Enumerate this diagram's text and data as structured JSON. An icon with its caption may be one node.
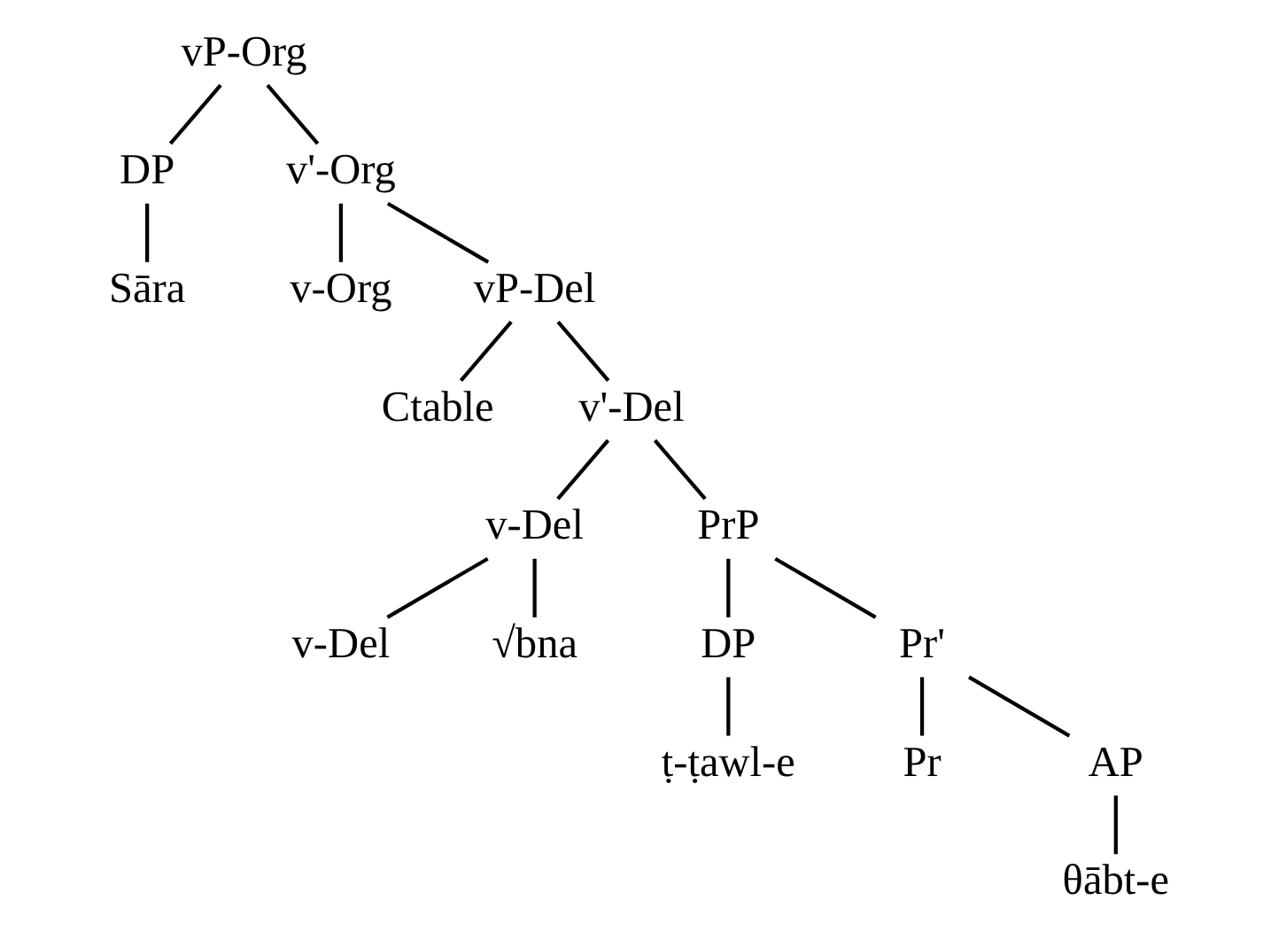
{
  "diagram": {
    "nodes": [
      {
        "text": [
          "vP-Org"
        ]
      },
      {
        "text": [
          "DP"
        ]
      },
      {
        "text": [
          "v'-Org"
        ]
      },
      {
        "text": [
          "Sāra"
        ]
      },
      {
        "text": [
          "v-Org"
        ]
      },
      {
        "text": [
          "vP-Del"
        ]
      },
      {
        "text": [
          "Ctable"
        ]
      },
      {
        "text": [
          "v'-Del"
        ]
      },
      {
        "text": [
          "v-Del"
        ]
      },
      {
        "text": [
          "PrP"
        ]
      },
      {
        "text": [
          "v-Del"
        ]
      },
      {
        "text": [
          "√bna"
        ]
      },
      {
        "text": [
          "DP"
        ]
      },
      {
        "text": [
          "Pr'"
        ]
      },
      {
        "text": [
          "ṭ-ṭawl-e"
        ]
      },
      {
        "text": [
          "Pr"
        ]
      },
      {
        "text": [
          "AP"
        ]
      },
      {
        "text": [
          "θābt-e"
        ]
      }
    ],
    "edges": [
      {
        "from": 0,
        "to": 1,
        "arrow": "none"
      },
      {
        "from": 0,
        "to": 2,
        "arrow": "none"
      },
      {
        "from": 1,
        "to": 3,
        "arrow": "none"
      },
      {
        "from": 2,
        "to": 4,
        "arrow": "none"
      },
      {
        "from": 2,
        "to": 5,
        "arrow": "none"
      },
      {
        "from": 5,
        "to": 6,
        "arrow": "none"
      },
      {
        "from": 5,
        "to": 7,
        "arrow": "none"
      },
      {
        "from": 7,
        "to": 8,
        "arrow": "none"
      },
      {
        "from": 7,
        "to": 9,
        "arrow": "none"
      },
      {
        "from": 8,
        "to": 10,
        "arrow": "none"
      },
      {
        "from": 8,
        "to": 11,
        "arrow": "none"
      },
      {
        "from": 9,
        "to": 12,
        "arrow": "none"
      },
      {
        "from": 9,
        "to": 13,
        "arrow": "none"
      },
      {
        "from": 12,
        "to": 14,
        "arrow": "none"
      },
      {
        "from": 13,
        "to": 15,
        "arrow": "none"
      },
      {
        "from": 13,
        "to": 16,
        "arrow": "none"
      },
      {
        "from": 16,
        "to": 17,
        "arrow": "none"
      }
    ]
  }
}
